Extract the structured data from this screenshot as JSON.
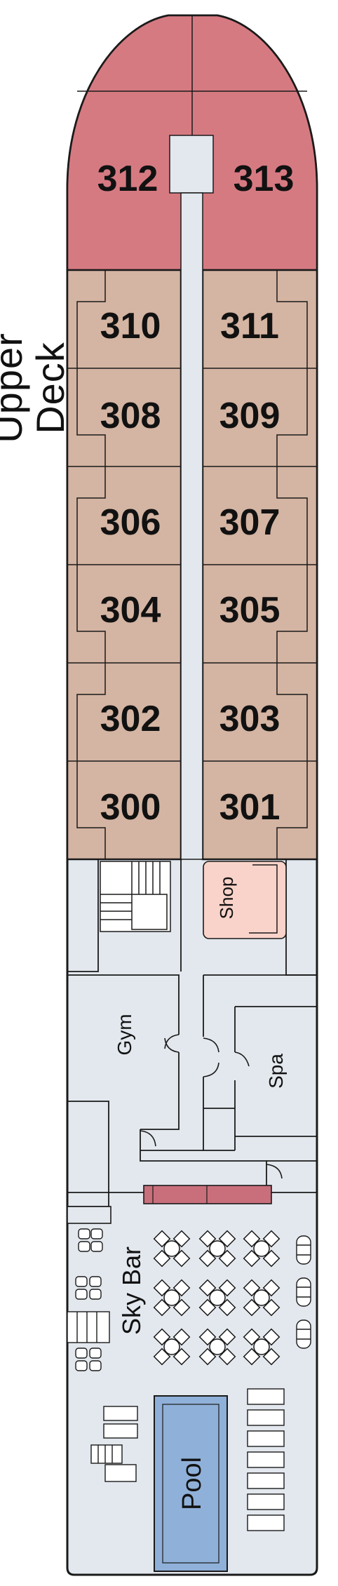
{
  "deck": {
    "name": "Upper Deck"
  },
  "cabins": [
    "312",
    "313",
    "310",
    "311",
    "308",
    "309",
    "306",
    "307",
    "304",
    "305",
    "302",
    "303",
    "300",
    "301"
  ],
  "areas": {
    "shop": "Shop",
    "gym": "Gym",
    "spa": "Spa",
    "sky_bar": "Sky Bar",
    "pool": "Pool"
  },
  "colors": {
    "bow_suites": "#d67a82",
    "cabins": "#d4b4a2",
    "public_area": "#e3e8ee",
    "shop": "#f9d3c9",
    "pool": "#8fb0d8",
    "bar_counter": "#c96f7b",
    "outline": "#1a1a1a"
  }
}
